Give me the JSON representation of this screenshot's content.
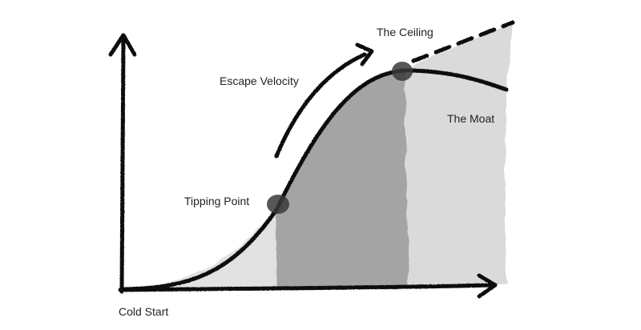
{
  "diagram": {
    "labels": {
      "cold_start": "Cold Start",
      "tipping_point": "Tipping Point",
      "escape_velocity": "Escape Velocity",
      "the_ceiling": "The Ceiling",
      "the_moat": "The Moat"
    },
    "colors": {
      "ink": "#0a0a0a",
      "label": "#222222",
      "region_early": "#dcdcdc",
      "region_growth": "#9a9a9a",
      "region_moat": "#d6d6d6",
      "marker": "#3a3a3a"
    }
  }
}
